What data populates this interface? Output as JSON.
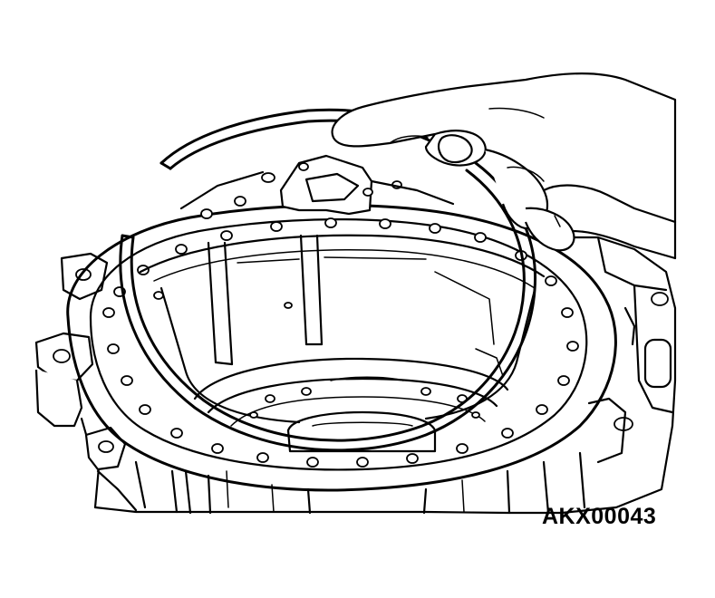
{
  "figure": {
    "code": "AKX00043",
    "colors": {
      "line": "#000000",
      "background": "#ffffff"
    },
    "icons": {
      "case": "transmission-case-illustration",
      "hand": "hand-illustration",
      "ring": "seal-ring-illustration"
    }
  }
}
